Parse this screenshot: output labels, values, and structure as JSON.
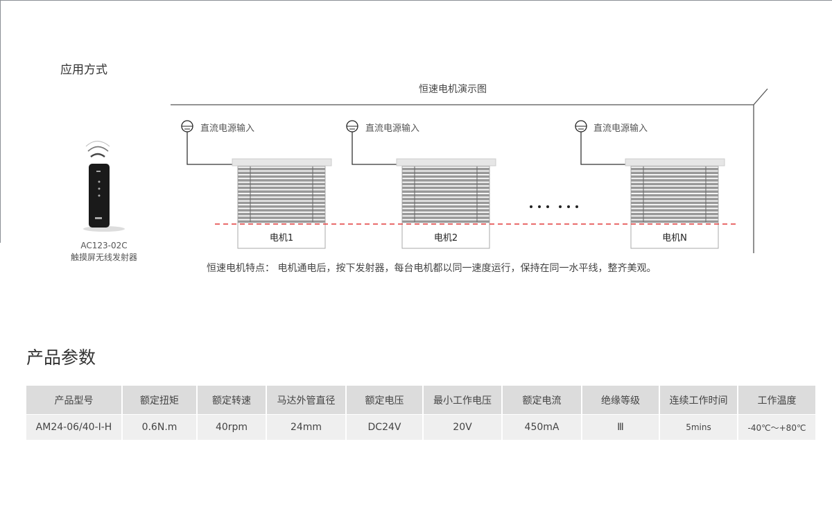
{
  "section_application": "应用方式",
  "diagram": {
    "title": "恒速电机演示图",
    "power_label": "直流电源输入",
    "motors": [
      "电机1",
      "电机2",
      "电机N"
    ],
    "ellipsis": "••• •••",
    "feature_text": "恒速电机特点：  电机通电后，按下发射器，每台电机都以同一速度运行，保持在同一水平线，整齐美观。",
    "level_line_color": "#e23b3b"
  },
  "remote": {
    "model": "AC123-02C",
    "name": "触摸屏无线发射器"
  },
  "section_params": "产品参数",
  "table": {
    "headers": [
      "产品型号",
      "额定扭矩",
      "额定转速",
      "马达外管直径",
      "额定电压",
      "最小工作电压",
      "额定电流",
      "绝缘等级",
      "连续工作时间",
      "工作温度"
    ],
    "row": [
      "AM24-06/40-I-H",
      "0.6N.m",
      "40rpm",
      "24mm",
      "DC24V",
      "20V",
      "450mA",
      "Ⅲ",
      "5mins",
      "-40℃～+80℃"
    ]
  }
}
